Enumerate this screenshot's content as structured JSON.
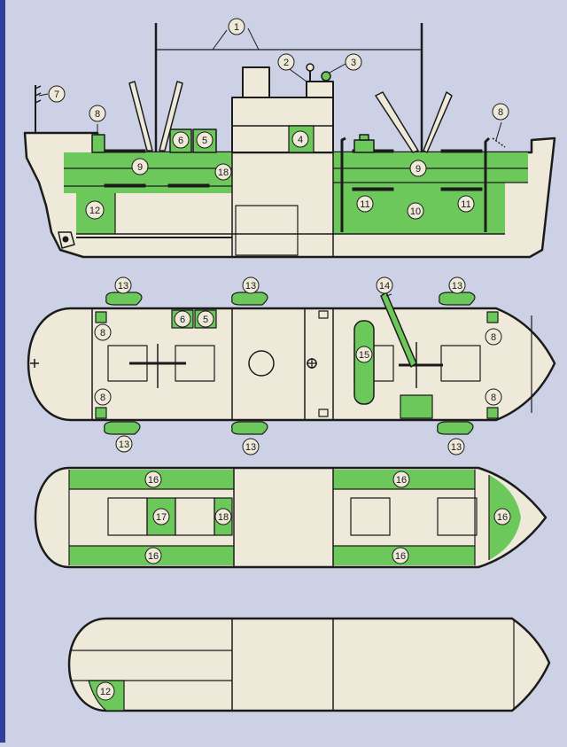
{
  "colors": {
    "background": "#cdd1e6",
    "hull": "#eee9d8",
    "green": "#6cc85a",
    "outline": "#1b1b1b",
    "edge": "#2f3f9a"
  },
  "callouts": {
    "c1": "1",
    "c2": "2",
    "c3": "3",
    "c4": "4",
    "c5": "5",
    "c6": "6",
    "c7": "7",
    "c8": "8",
    "c9": "9",
    "c10": "10",
    "c11": "11",
    "c12": "12",
    "c13": "13",
    "c14": "14",
    "c15": "15",
    "c16": "16",
    "c17": "17",
    "c18": "18"
  }
}
